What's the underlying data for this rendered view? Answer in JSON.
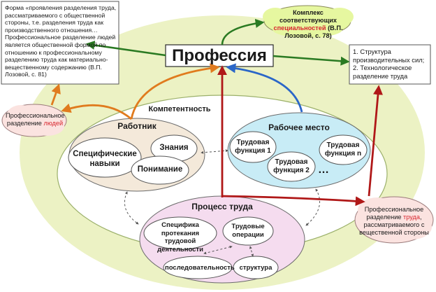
{
  "title": "Профессия",
  "competence_label": "Компетентность",
  "top_left_quote": {
    "text": "Форма «проявления разделения труда, рассматриваемого с общественной стороны, т.е. разделения труда как производственного отношения… Профессиональное разделение людей является общественной формой по отношению к профессиональному разделению труда как материально-вещественному содержанию (В.П. Лозовой, с. 81)"
  },
  "top_right_box": {
    "line1": "1. Структура производительных сил;",
    "line2": "2. Технологическое разделение труда"
  },
  "top_center_cloud": {
    "pre": "Комплекс соответствующих ",
    "highlight": "специальностей",
    "post": " (В.П. Лозовой, с. 78)"
  },
  "left_cloud": {
    "pre": "Профессиональное разделение ",
    "highlight": "людей"
  },
  "right_cloud": {
    "pre": "Профессиональное разделение ",
    "highlight": "труда",
    "post": ", рассматриваемого с вещественной стороны"
  },
  "worker": {
    "title": "Работник",
    "specific_skills": "Специфические навыки",
    "knowledge": "Знания",
    "understanding": "Понимание"
  },
  "workplace": {
    "title": "Рабочее место",
    "func1": "Трудовая функция 1",
    "func2": "Трудовая функция 2",
    "funcn": "Трудовая функция n",
    "dots": "…"
  },
  "labor_process": {
    "title": "Процесс труда",
    "specifics": "Специфика протекания трудовой деятельности",
    "operations": "Трудовые операции",
    "sequence": "последовательность",
    "structure": "структура"
  },
  "colors": {
    "big_ellipse": "#ecf2c4",
    "worker_fill": "#f4e9da",
    "workplace_fill": "#c8ecf6",
    "process_fill": "#f5dcef",
    "cloud_green": "#e6f7a0",
    "cloud_pink": "#fbe3e0",
    "arrow_green": "#2a7a22",
    "arrow_red": "#b01818",
    "arrow_orange": "#e07b1e",
    "arrow_blue": "#2a66c8",
    "accent_red": "#d8262e"
  }
}
